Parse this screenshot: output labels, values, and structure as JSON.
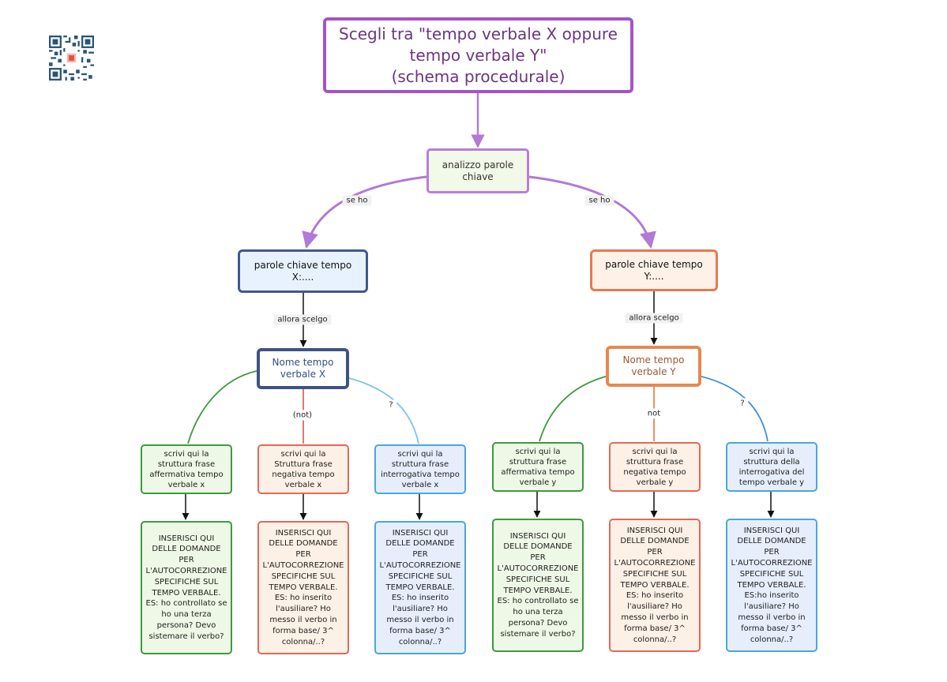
{
  "title_lines": [
    "Scegli tra \"tempo verbale X oppure",
    "tempo verbale Y\"",
    "(schema procedurale)"
  ],
  "keywords_node": "analizzo parole chiave",
  "edge_labels": {
    "left_if": "se ho",
    "right_if": "se ho",
    "left_then": "allora scelgo",
    "right_then": "allora scelgo",
    "x_negative": "(not)",
    "x_question": "?",
    "y_negative": "not",
    "y_question": "?"
  },
  "keywords_x": "parole chiave tempo X:....",
  "keywords_y": "parole chiave tempo Y:....",
  "tense_x": "Nome tempo verbale X",
  "tense_y": "Nome tempo verbale Y",
  "structures": [
    "scrivi qui la struttura frase affermativa tempo verbale x",
    "scrivi qui la Struttura frase negativa tempo verbale x",
    "scrivi qui la struttura frase interrogativa tempo verbale x",
    "scrivi qui la struttura frase affermativa tempo verbale y",
    "scrivi qui la struttura frase negativa tempo verbale y",
    "scrivi qui la struttura della interrogativa del tempo verbale y"
  ],
  "questions": [
    "INSERISCI QUI DELLE DOMANDE PER L'AUTOCORREZIONE SPECIFICHE SUL TEMPO VERBALE. ES: ho controllato se ho una terza persona? Devo sistemare il verbo?",
    "INSERISCI QUI DELLE DOMANDE PER L'AUTOCORREZIONE SPECIFICHE SUL TEMPO VERBALE. ES: ho inserito l'ausiliare? Ho messo il verbo in forma base/ 3^ colonna/..?",
    "INSERISCI QUI DELLE DOMANDE PER L'AUTOCORREZIONE SPECIFICHE SUL TEMPO VERBALE. ES: ho inserito l'ausiliare? Ho messo il verbo in forma base/ 3^ colonna/..?",
    "INSERISCI QUI DELLE DOMANDE PER L'AUTOCORREZIONE SPECIFICHE SUL TEMPO VERBALE. ES: ho controllato se ho una terza persona? Devo sistemare il verbo?",
    "INSERISCI QUI DELLE DOMANDE PER L'AUTOCORREZIONE SPECIFICHE SUL TEMPO VERBALE. ES: ho inserito l'ausiliare? Ho messo il verbo in forma base/ 3^ colonna/..?",
    "INSERISCI QUI DELLE DOMANDE PER L'AUTOCORREZIONE SPECIFICHE SUL TEMPO VERBALE. ES:ho inserito l'ausiliare? Ho messo il verbo in forma base/ 3^ colonna/..?"
  ],
  "colors": {
    "root_border": "#a553c6",
    "x_branch": "#43588a",
    "y_branch": "#e37b50",
    "affirmative": "#3e9a3e",
    "negative": "#e06a57",
    "interrogative": "#4aa7d8"
  },
  "icons": {
    "qr": "qr-code-icon"
  }
}
